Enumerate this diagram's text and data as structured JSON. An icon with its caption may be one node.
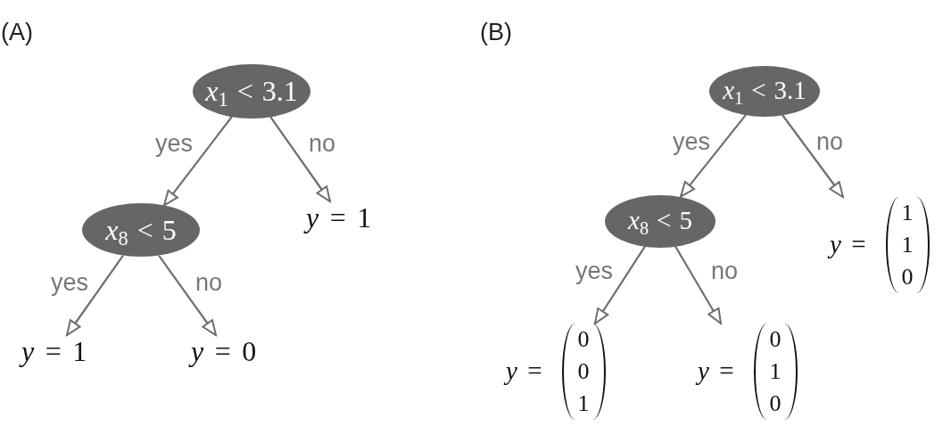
{
  "diagram": {
    "nodes": [
      {
        "text": [
          "*x*$_{1}$ < 3.1"
        ]
      },
      {
        "text": [
          "*x*$_{8}$ < 5"
        ]
      },
      {
        "text": [
          "*y* = 1"
        ]
      },
      {
        "text": [
          "*y* = 1"
        ]
      },
      {
        "text": [
          "*y* = 0"
        ]
      },
      {
        "text": [
          "*x*$_{1}$ < 3.1"
        ]
      },
      {
        "text": [
          "*x*$_{8}$ < 5"
        ]
      },
      {
        "text": [
          "*y* =",
          "1 1 0"
        ]
      },
      {
        "text": [
          "*y* =",
          "0 0 1"
        ]
      },
      {
        "text": [
          "*y* =",
          "0 1 0"
        ]
      }
    ],
    "edges": [
      {
        "from": 0,
        "to": 1,
        "arrow": "to",
        "label": "yes"
      },
      {
        "from": 0,
        "to": 2,
        "arrow": "to",
        "label": "no"
      },
      {
        "from": 1,
        "to": 3,
        "arrow": "to",
        "label": "yes"
      },
      {
        "from": 1,
        "to": 4,
        "arrow": "to",
        "label": "no"
      },
      {
        "from": 5,
        "to": 6,
        "arrow": "to",
        "label": "yes"
      },
      {
        "from": 5,
        "to": 7,
        "arrow": "to",
        "label": "no"
      },
      {
        "from": 6,
        "to": 8,
        "arrow": "to",
        "label": "yes"
      },
      {
        "from": 6,
        "to": 9,
        "arrow": "to",
        "label": "no"
      }
    ],
    "labels": [
      "(A)",
      "(B)"
    ]
  }
}
